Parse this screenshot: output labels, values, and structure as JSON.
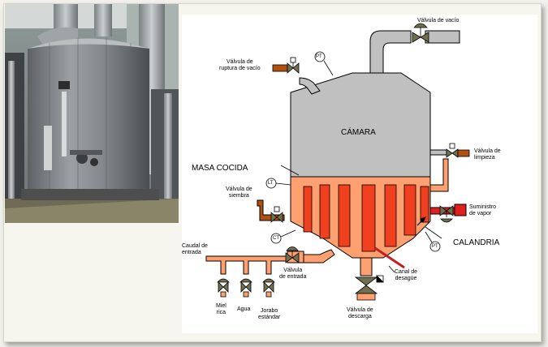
{
  "labels": {
    "valvula_vacio": "Válvula de vacío",
    "valvula_ruptura_1": "Válvula de",
    "valvula_ruptura_2": "ruptura de vacío",
    "pt_top": "PT",
    "camara": "CÁMARA",
    "valvula_limpieza_1": "Válvula de",
    "valvula_limpieza_2": "limpieza",
    "masa_cocida": "MASA COCIDA",
    "lt": "LT",
    "valvula_siembra_1": "Válvula de",
    "valvula_siembra_2": "siembra",
    "suministro_1": "Suministro",
    "suministro_2": "de vapor",
    "ct": "CT",
    "calandria": "CALANDRIA",
    "pt_bottom": "PT",
    "caudal_1": "Caudal de",
    "caudal_2": "entrada",
    "valvula_entrada_1": "Válvula",
    "valvula_entrada_2": "de entrada",
    "canal_1": "Canal de",
    "canal_2": "desagüe",
    "miel_1": "Miel",
    "miel_2": "rica",
    "agua": "Agua",
    "jorabo_1": "Jorabo",
    "jorabo_2": "estándar",
    "valvula_descarga_1": "Válvula de",
    "valvula_descarga_2": "descarga"
  },
  "colors": {
    "chamber": "#c0c0c0",
    "massecuite": "#ffa070",
    "calandria_tubes": "#f04020",
    "valve": "#707050",
    "steam": "#e02020",
    "pipe_outline": "#000000"
  }
}
